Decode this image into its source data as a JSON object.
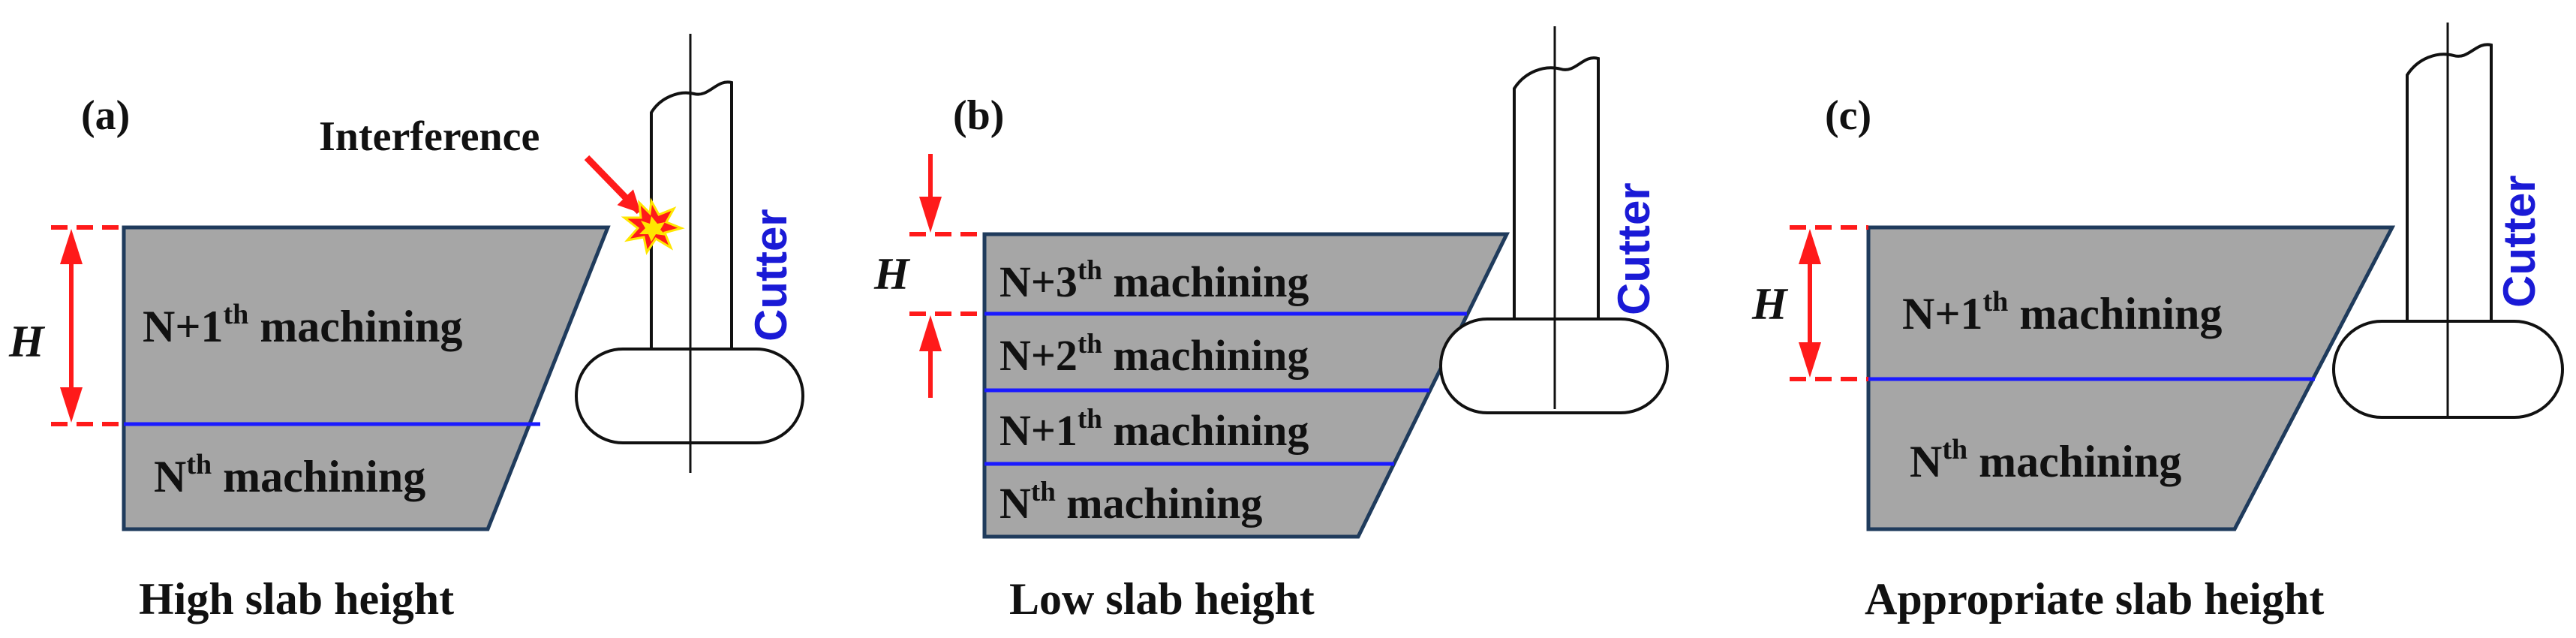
{
  "colors": {
    "slab_fill": "#a6a6a6",
    "slab_outline": "#1f3b5c",
    "layer_line": "#1a1aff",
    "dimension": "#ff1a1a",
    "cutter_text": "#1a1ad6",
    "outline": "#111111"
  },
  "panels": [
    {
      "tag": "(a)",
      "height_symbol": "H",
      "cutter_label": "Cutter",
      "interference_label": "Interference",
      "layers": [
        {
          "base": "N+1",
          "sup": "th",
          "rest": " machining"
        },
        {
          "base": "N",
          "sup": "th",
          "rest": " machining"
        }
      ],
      "caption": "High slab height"
    },
    {
      "tag": "(b)",
      "height_symbol": "H",
      "cutter_label": "Cutter",
      "layers": [
        {
          "base": "N+3",
          "sup": "th",
          "rest": " machining"
        },
        {
          "base": "N+2",
          "sup": "th",
          "rest": " machining"
        },
        {
          "base": "N+1",
          "sup": "th",
          "rest": " machining"
        },
        {
          "base": "N",
          "sup": "th",
          "rest": " machining"
        }
      ],
      "caption": "Low slab height"
    },
    {
      "tag": "(c)",
      "height_symbol": "H",
      "cutter_label": "Cutter",
      "layers": [
        {
          "base": "N+1",
          "sup": "th",
          "rest": " machining"
        },
        {
          "base": "N",
          "sup": "th",
          "rest": " machining"
        }
      ],
      "caption": "Appropriate slab height"
    }
  ]
}
